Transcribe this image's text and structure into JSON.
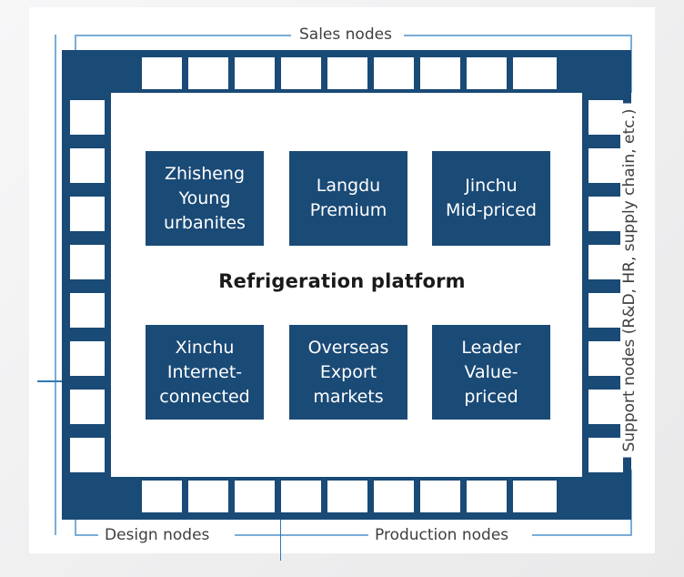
{
  "diagram": {
    "title": "Refrigeration platform",
    "colors": {
      "node_blue": "#1a4a76",
      "bracket_blue": "#7aadd8",
      "separator_blue": "#2f79b5",
      "cell_white": "#ffffff",
      "canvas": "#ffffff",
      "label_text": "#404040"
    },
    "labels": {
      "top": "Sales nodes",
      "bottom_left": "Design nodes",
      "bottom_right": "Production nodes",
      "right": "Support nodes (R&D, HR, supply chain, etc.)"
    },
    "ring": {
      "top_cells": 9,
      "bottom_cells": 9,
      "left_cells": 8,
      "right_cells": 8
    },
    "brands": [
      {
        "name": "Zhisheng",
        "positioning_line1": "Young",
        "positioning_line2": "urbanites"
      },
      {
        "name": "Langdu",
        "positioning_line1": "Premium",
        "positioning_line2": ""
      },
      {
        "name": "Jinchu",
        "positioning_line1": "Mid-priced",
        "positioning_line2": ""
      },
      {
        "name": "Xinchu",
        "positioning_line1": "Internet-",
        "positioning_line2": "connected"
      },
      {
        "name": "Overseas",
        "positioning_line1": "Export",
        "positioning_line2": "markets"
      },
      {
        "name": "Leader",
        "positioning_line1": "Value-priced",
        "positioning_line2": ""
      }
    ]
  }
}
